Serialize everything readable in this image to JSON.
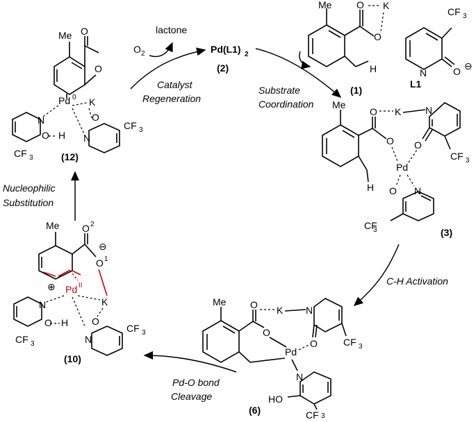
{
  "labels": {
    "lactone": "lactone",
    "o2": "O",
    "o2_sub": "2",
    "pd_l1_2": "Pd(L1)",
    "pd_l1_2_sub": "2",
    "catalyst_regeneration_1": "Catalyst",
    "catalyst_regeneration_2": "Regeneration",
    "substrate_coordination_1": "Substrate",
    "substrate_coordination_2": "Coordination",
    "ch_activation": "C-H Activation",
    "pdo_cleavage_1": "Pd-O bond",
    "pdo_cleavage_2": "Cleavage",
    "nucleophilic_1": "Nucleophilic",
    "nucleophilic_2": "Substitution",
    "l1": "L1"
  },
  "compounds": {
    "c1": "(1)",
    "c2": "(2)",
    "c3": "(3)",
    "c6": "(6)",
    "c10": "(10)",
    "c12": "(12)"
  },
  "atoms": {
    "me": "Me",
    "o": "O",
    "k": "K",
    "h": "H",
    "n": "N",
    "pd": "Pd",
    "cf3": "CF",
    "cf3_sub": "3",
    "ho": "HO",
    "pd0_sup": "0",
    "pdII_sup": "II",
    "o_sup_2": "2",
    "o_sup_1": "1",
    "minus": "⊖",
    "plus": "⊕"
  }
}
